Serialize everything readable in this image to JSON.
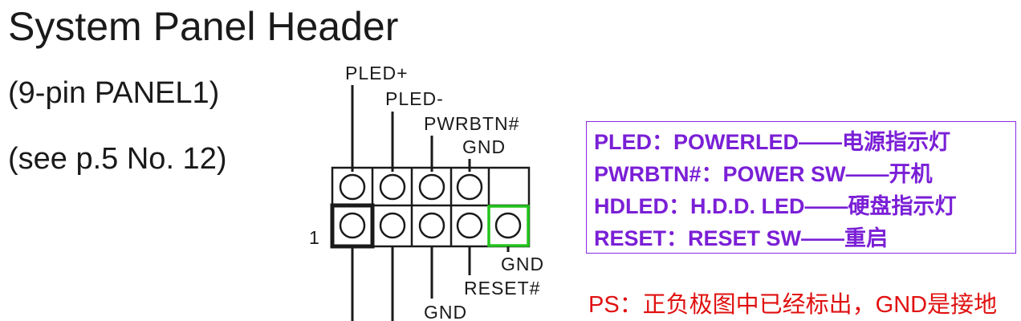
{
  "header": {
    "title": "System Panel Header",
    "subtitle_pins": "(9-pin PANEL1)",
    "subtitle_ref": "(see p.5  No. 12)"
  },
  "diagram": {
    "labels": {
      "pled_plus": "PLED+",
      "pled_minus": "PLED-",
      "pwrbtn": "PWRBTN#",
      "gnd_top": "GND",
      "pin1": "1",
      "gnd_right": "GND",
      "reset": "RESET#",
      "gnd_bottom": "GND"
    },
    "highlight_color": "#22c41c"
  },
  "legend": {
    "color": "#7a1fd6",
    "lines": [
      "PLED：POWERLED——电源指示灯",
      "PWRBTN#：POWER SW——开机",
      "HDLED：H.D.D. LED——硬盘指示灯",
      "RESET：RESET SW——重启"
    ]
  },
  "note": {
    "text": "PS：正负极图中已经标出，GND是接地",
    "color": "#e01010"
  }
}
